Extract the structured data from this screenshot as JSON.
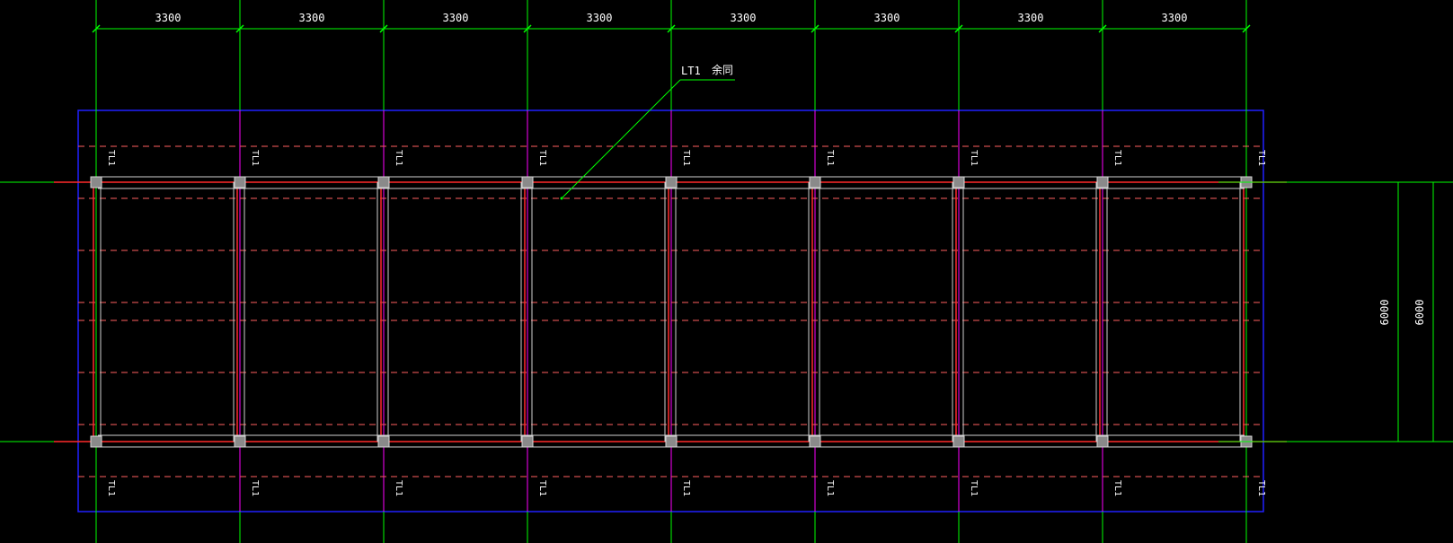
{
  "drawing": {
    "bay_dimension": "3300",
    "bay_count": 8,
    "total_dimension_label": "6000",
    "inner_dimension_label": "6000",
    "column_tag": "TL1",
    "callout": {
      "label": "LT1",
      "note": "余同"
    },
    "colors": {
      "background": "#000000",
      "axis_line": "#00ff00",
      "beam_line": "#ff2a2a",
      "dashed_line": "#ff6060",
      "column_grid": "#ff00ff",
      "outline": "#2020ff",
      "slab_edge": "#d0d0d0",
      "text": "#ffffff"
    }
  }
}
